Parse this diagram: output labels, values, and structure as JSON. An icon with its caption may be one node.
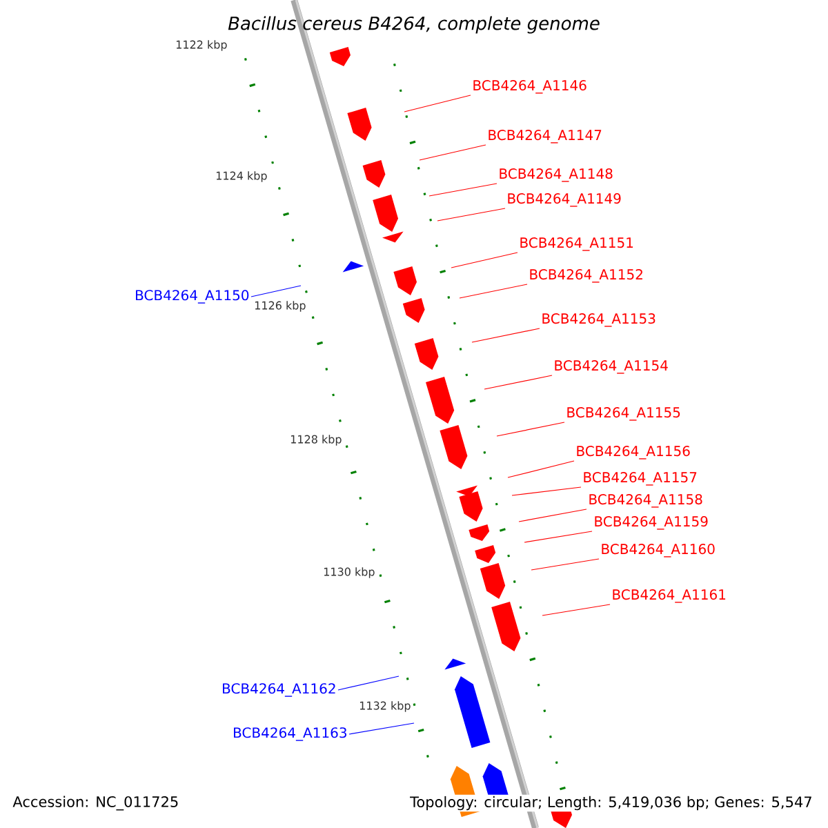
{
  "diagram": {
    "title": "Bacillus cereus B4264, complete genome",
    "nodes": [
      {
        "text": [
          "BCB4264_A1146"
        ]
      },
      {
        "text": [
          "BCB4264_A1147"
        ]
      },
      {
        "text": [
          "BCB4264_A1148"
        ]
      },
      {
        "text": [
          "BCB4264_A1149"
        ]
      },
      {
        "text": [
          "BCB4264_A1151"
        ]
      },
      {
        "text": [
          "BCB4264_A1152"
        ]
      },
      {
        "text": [
          "BCB4264_A1150"
        ]
      },
      {
        "text": [
          "BCB4264_A1153"
        ]
      },
      {
        "text": [
          "BCB4264_A1154"
        ]
      },
      {
        "text": [
          "BCB4264_A1155"
        ]
      },
      {
        "text": [
          "BCB4264_A1156"
        ]
      },
      {
        "text": [
          "BCB4264_A1157"
        ]
      },
      {
        "text": [
          "BCB4264_A1158"
        ]
      },
      {
        "text": [
          "BCB4264_A1159"
        ]
      },
      {
        "text": [
          "BCB4264_A1160"
        ]
      },
      {
        "text": [
          "BCB4264_A1161"
        ]
      },
      {
        "text": [
          "BCB4264_A1162"
        ]
      },
      {
        "text": [
          "BCB4264_A1163"
        ]
      }
    ],
    "edges": [
      {
        "from": 0,
        "to": null,
        "arrow": "none"
      },
      {
        "from": 1,
        "to": null,
        "arrow": "none"
      },
      {
        "from": 2,
        "to": null,
        "arrow": "none"
      },
      {
        "from": 3,
        "to": null,
        "arrow": "none"
      },
      {
        "from": 4,
        "to": null,
        "arrow": "none"
      },
      {
        "from": 5,
        "to": null,
        "arrow": "none"
      },
      {
        "from": 6,
        "to": null,
        "arrow": "none",
        "color": "#0000ff"
      },
      {
        "from": 7,
        "to": null,
        "arrow": "none"
      },
      {
        "from": 8,
        "to": null,
        "arrow": "none"
      },
      {
        "from": 9,
        "to": null,
        "arrow": "none"
      },
      {
        "from": 10,
        "to": null,
        "arrow": "none"
      },
      {
        "from": 11,
        "to": null,
        "arrow": "none"
      },
      {
        "from": 12,
        "to": null,
        "arrow": "none"
      },
      {
        "from": 13,
        "to": null,
        "arrow": "none"
      },
      {
        "from": 14,
        "to": null,
        "arrow": "none"
      },
      {
        "from": 15,
        "to": null,
        "arrow": "none"
      },
      {
        "from": 16,
        "to": null,
        "arrow": "none",
        "color": "#0000ff"
      },
      {
        "from": 17,
        "to": null,
        "arrow": "none",
        "color": "#0000ff"
      }
    ],
    "labels": [
      "1122 kbp",
      "1124 kbp",
      "1126 kbp",
      "1128 kbp",
      "1130 kbp",
      "1132 kbp",
      "Accession: NC_011725",
      "Topology: circular; Length: 5,419,036 bp; Genes: 5,547"
    ]
  }
}
